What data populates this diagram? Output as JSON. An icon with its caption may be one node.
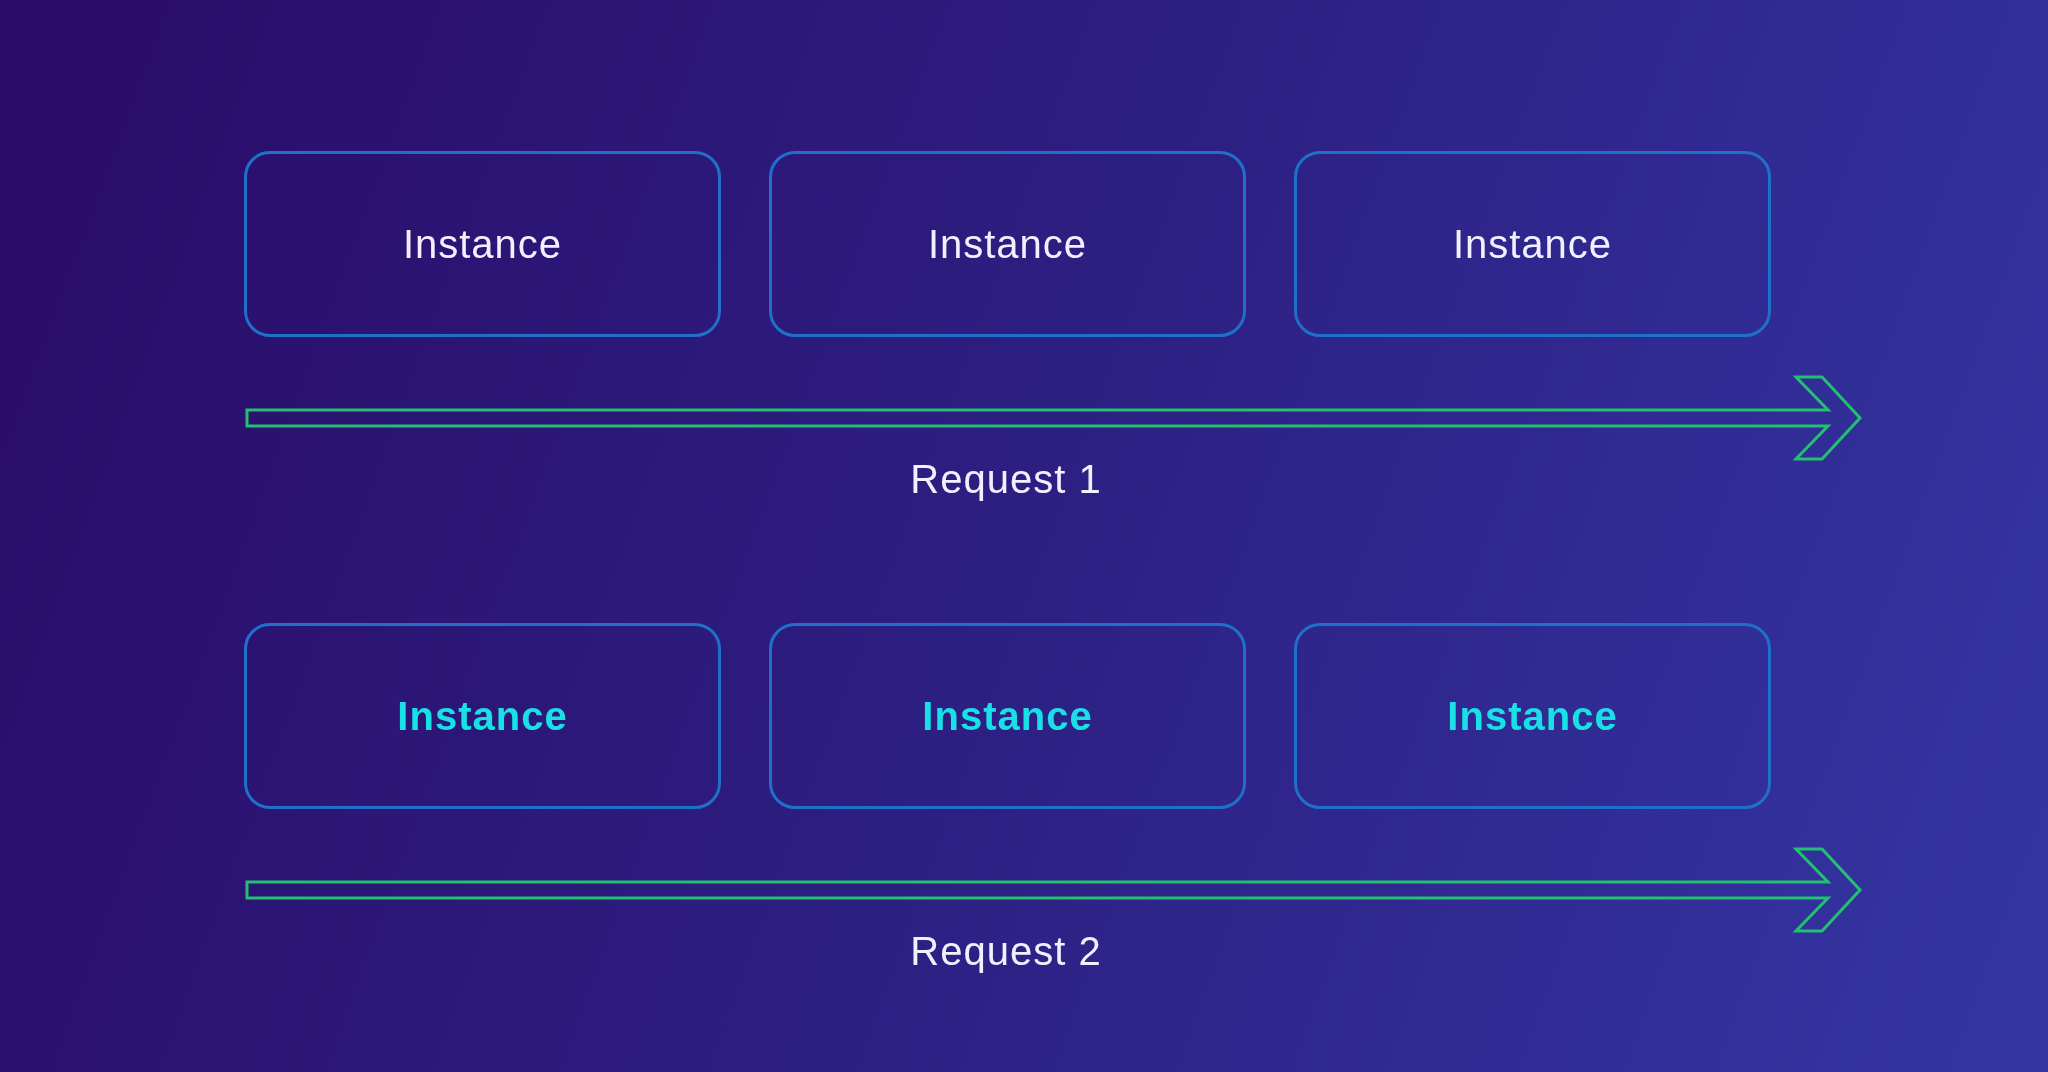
{
  "diagram": {
    "nodes": [
      {
        "text": [
          "Instance"
        ]
      },
      {
        "text": [
          "Instance"
        ]
      },
      {
        "text": [
          "Instance"
        ]
      },
      {
        "text": [
          "Instance"
        ]
      },
      {
        "text": [
          "Instance"
        ]
      },
      {
        "text": [
          "Instance"
        ]
      }
    ],
    "labels": [
      "Request 1",
      "Request 2"
    ]
  }
}
